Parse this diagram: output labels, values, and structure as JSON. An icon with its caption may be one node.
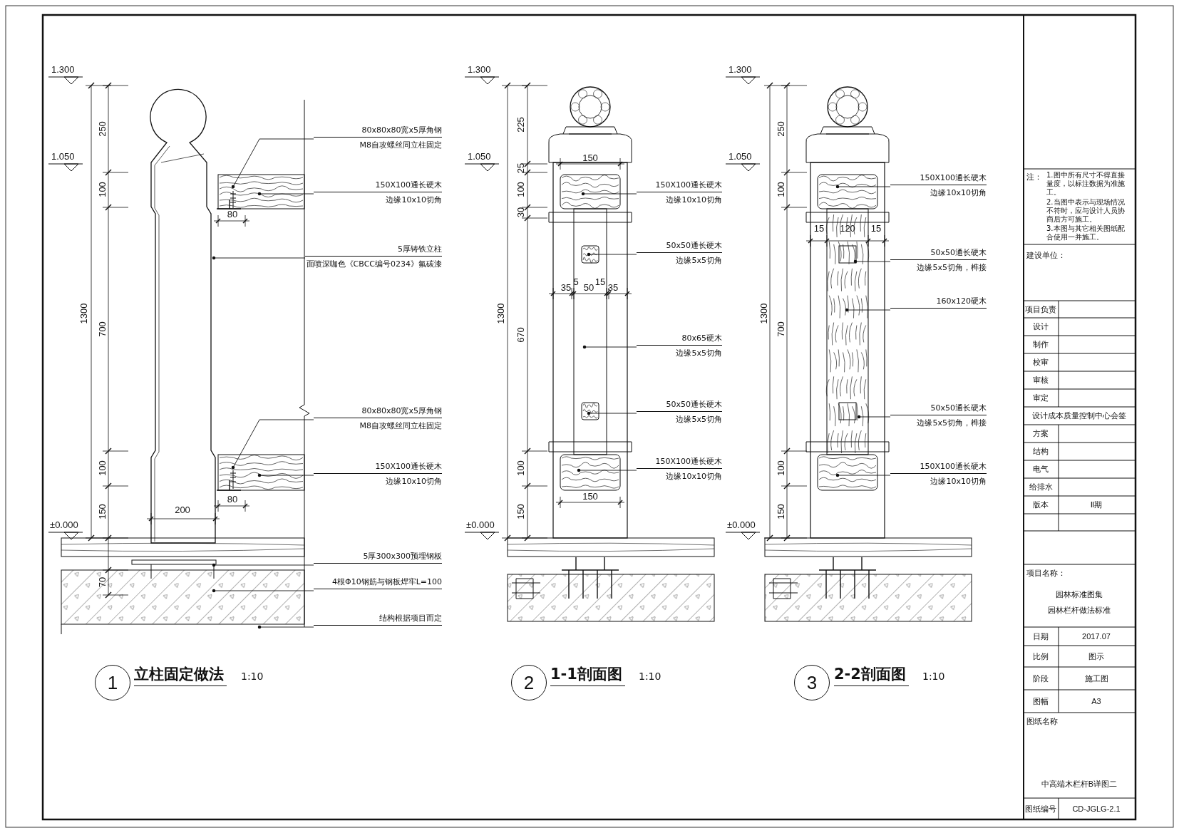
{
  "diagram": {
    "nodes": [
      {
        "text": [
          "1"
        ],
        "beside": [
          "立柱固定做法",
          "1:10"
        ]
      },
      {
        "text": [
          "80x80x80宽x5厚角钢",
          "M8自攻螺丝同立柱固定"
        ]
      },
      {
        "text": [
          "150X100通长硬木",
          "边缘10x10切角"
        ]
      },
      {
        "text": [
          "5厚铸铁立柱",
          "面喷深咖色《CBCC编号0234》氟碳漆"
        ]
      },
      {
        "text": [
          "80x80x80宽x5厚角钢",
          "M8自攻螺丝同立柱固定"
        ]
      },
      {
        "text": [
          "150X100通长硬木",
          "边缘10x10切角"
        ]
      },
      {
        "text": [
          "5厚300x300预埋钢板"
        ]
      },
      {
        "text": [
          "4根Φ10钢筋与钢板焊牢L=100"
        ]
      },
      {
        "text": [
          "结构根据项目而定"
        ]
      },
      {
        "text": [
          "2"
        ],
        "beside": [
          "1-1剖面图",
          "1:10"
        ]
      },
      {
        "text": [
          "150X100通长硬木",
          "边缘10x10切角"
        ]
      },
      {
        "text": [
          "50x50通长硬木",
          "边缘5x5切角"
        ]
      },
      {
        "text": [
          "80x65硬木",
          "边缘5x5切角"
        ]
      },
      {
        "text": [
          "50x50通长硬木",
          "边缘5x5切角"
        ]
      },
      {
        "text": [
          "150X100通长硬木",
          "边缘10x10切角"
        ]
      },
      {
        "text": [
          "3"
        ],
        "beside": [
          "2-2剖面图",
          "1:10"
        ]
      },
      {
        "text": [
          "150X100通长硬木",
          "边缘10x10切角"
        ]
      },
      {
        "text": [
          "50x50通长硬木",
          "边缘5x5切角，榫接"
        ]
      },
      {
        "text": [
          "160x120硬木"
        ]
      },
      {
        "text": [
          "50x50通长硬木",
          "边缘5x5切角，榫接"
        ]
      },
      {
        "text": [
          "150X100通长硬木",
          "边缘10x10切角"
        ]
      }
    ],
    "edges": [
      {
        "from": 1,
        "to": null,
        "arrow": "other"
      },
      {
        "from": 2,
        "to": null,
        "arrow": "other"
      },
      {
        "from": 3,
        "to": null,
        "arrow": "other"
      },
      {
        "from": 4,
        "to": null,
        "arrow": "other"
      },
      {
        "from": 5,
        "to": null,
        "arrow": "other"
      },
      {
        "from": 6,
        "to": null,
        "arrow": "other"
      },
      {
        "from": 7,
        "to": null,
        "arrow": "other"
      },
      {
        "from": 8,
        "to": null,
        "arrow": "other"
      },
      {
        "from": 10,
        "to": null,
        "arrow": "other"
      },
      {
        "from": 11,
        "to": null,
        "arrow": "other"
      },
      {
        "from": 12,
        "to": null,
        "arrow": "other"
      },
      {
        "from": 13,
        "to": null,
        "arrow": "other"
      },
      {
        "from": 14,
        "to": null,
        "arrow": "other"
      },
      {
        "from": 16,
        "to": null,
        "arrow": "other"
      },
      {
        "from": 17,
        "to": null,
        "arrow": "other"
      },
      {
        "from": 18,
        "to": null,
        "arrow": "other"
      },
      {
        "from": 19,
        "to": null,
        "arrow": "other"
      },
      {
        "from": 20,
        "to": null,
        "arrow": "other"
      }
    ],
    "labels": [
      "1.300",
      "1.050",
      "±0.000",
      "250",
      "100",
      "1300",
      "700",
      "100",
      "150",
      "70",
      "80",
      "80",
      "200",
      "1.300",
      "1.050",
      "±0.000",
      "225",
      "25",
      "100",
      "30",
      "1300",
      "670",
      "100",
      "150",
      "150",
      "35",
      "5",
      "50",
      "15",
      "35",
      "150",
      "1.300",
      "1.050",
      "±0.000",
      "250",
      "100",
      "1300",
      "700",
      "100",
      "150",
      "15",
      "120",
      "15",
      "注：",
      "1.图中所有尺寸不得直接量度，以标注数据为准施工。",
      "2.当图中表示与现场情况不符时，应与设计人员协商后方可施工。",
      "3.本图与其它相关图纸配合使用一并施工。",
      "建设单位：",
      "项目负责",
      "设计",
      "制作",
      "校审",
      "审核",
      "审定",
      "设计成本质量控制中心会签",
      "方案",
      "结构",
      "电气",
      "给排水",
      "版本",
      "Ⅱ期",
      "项目名称：",
      "园林标准图集",
      "园林栏杆做法标准",
      "日期",
      "2017.07",
      "比例",
      "图示",
      "阶段",
      "施工图",
      "图幅",
      "A3",
      "图纸名称",
      "中高端木栏杆B详图二",
      "图纸编号",
      "CD-JGLG-2.1"
    ]
  }
}
